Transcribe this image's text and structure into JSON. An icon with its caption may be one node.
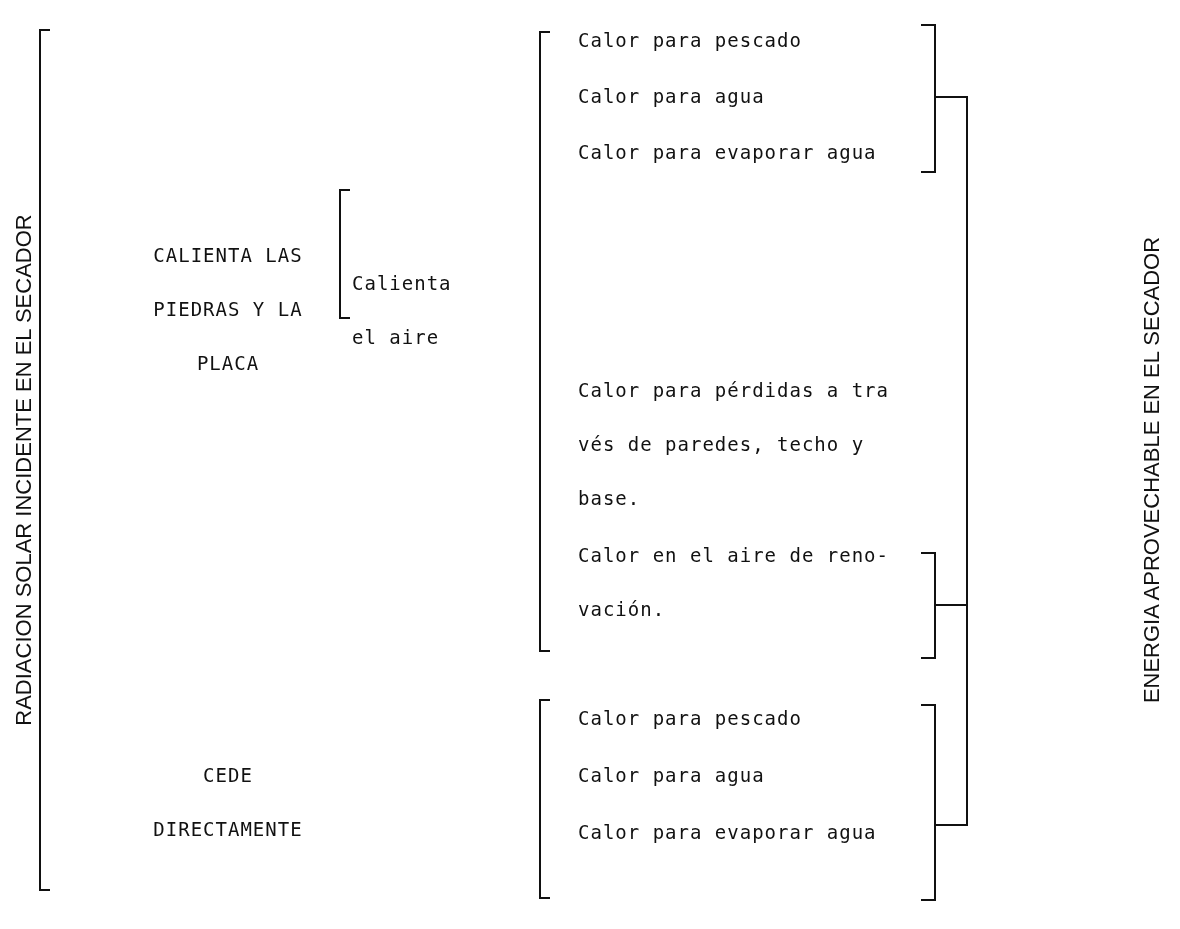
{
  "diagram": {
    "labels": [
      "RADIACION SOLAR INCIDENTE EN EL SECADOR",
      "CALIENTA LAS PIEDRAS Y LA PLACA",
      "Calienta el aire",
      "Calor para pescado",
      "Calor para agua",
      "Calor para evaporar agua",
      "Calor para pérdidas a tra vés de paredes, techo y base.",
      "Calor en el aire de reno- vación.",
      "CEDE DIRECTAMENTE",
      "Calor para pescado",
      "Calor para agua",
      "Calor para evaporar agua",
      "ENERGIA APROVECHABLE EN EL SECADOR"
    ]
  }
}
